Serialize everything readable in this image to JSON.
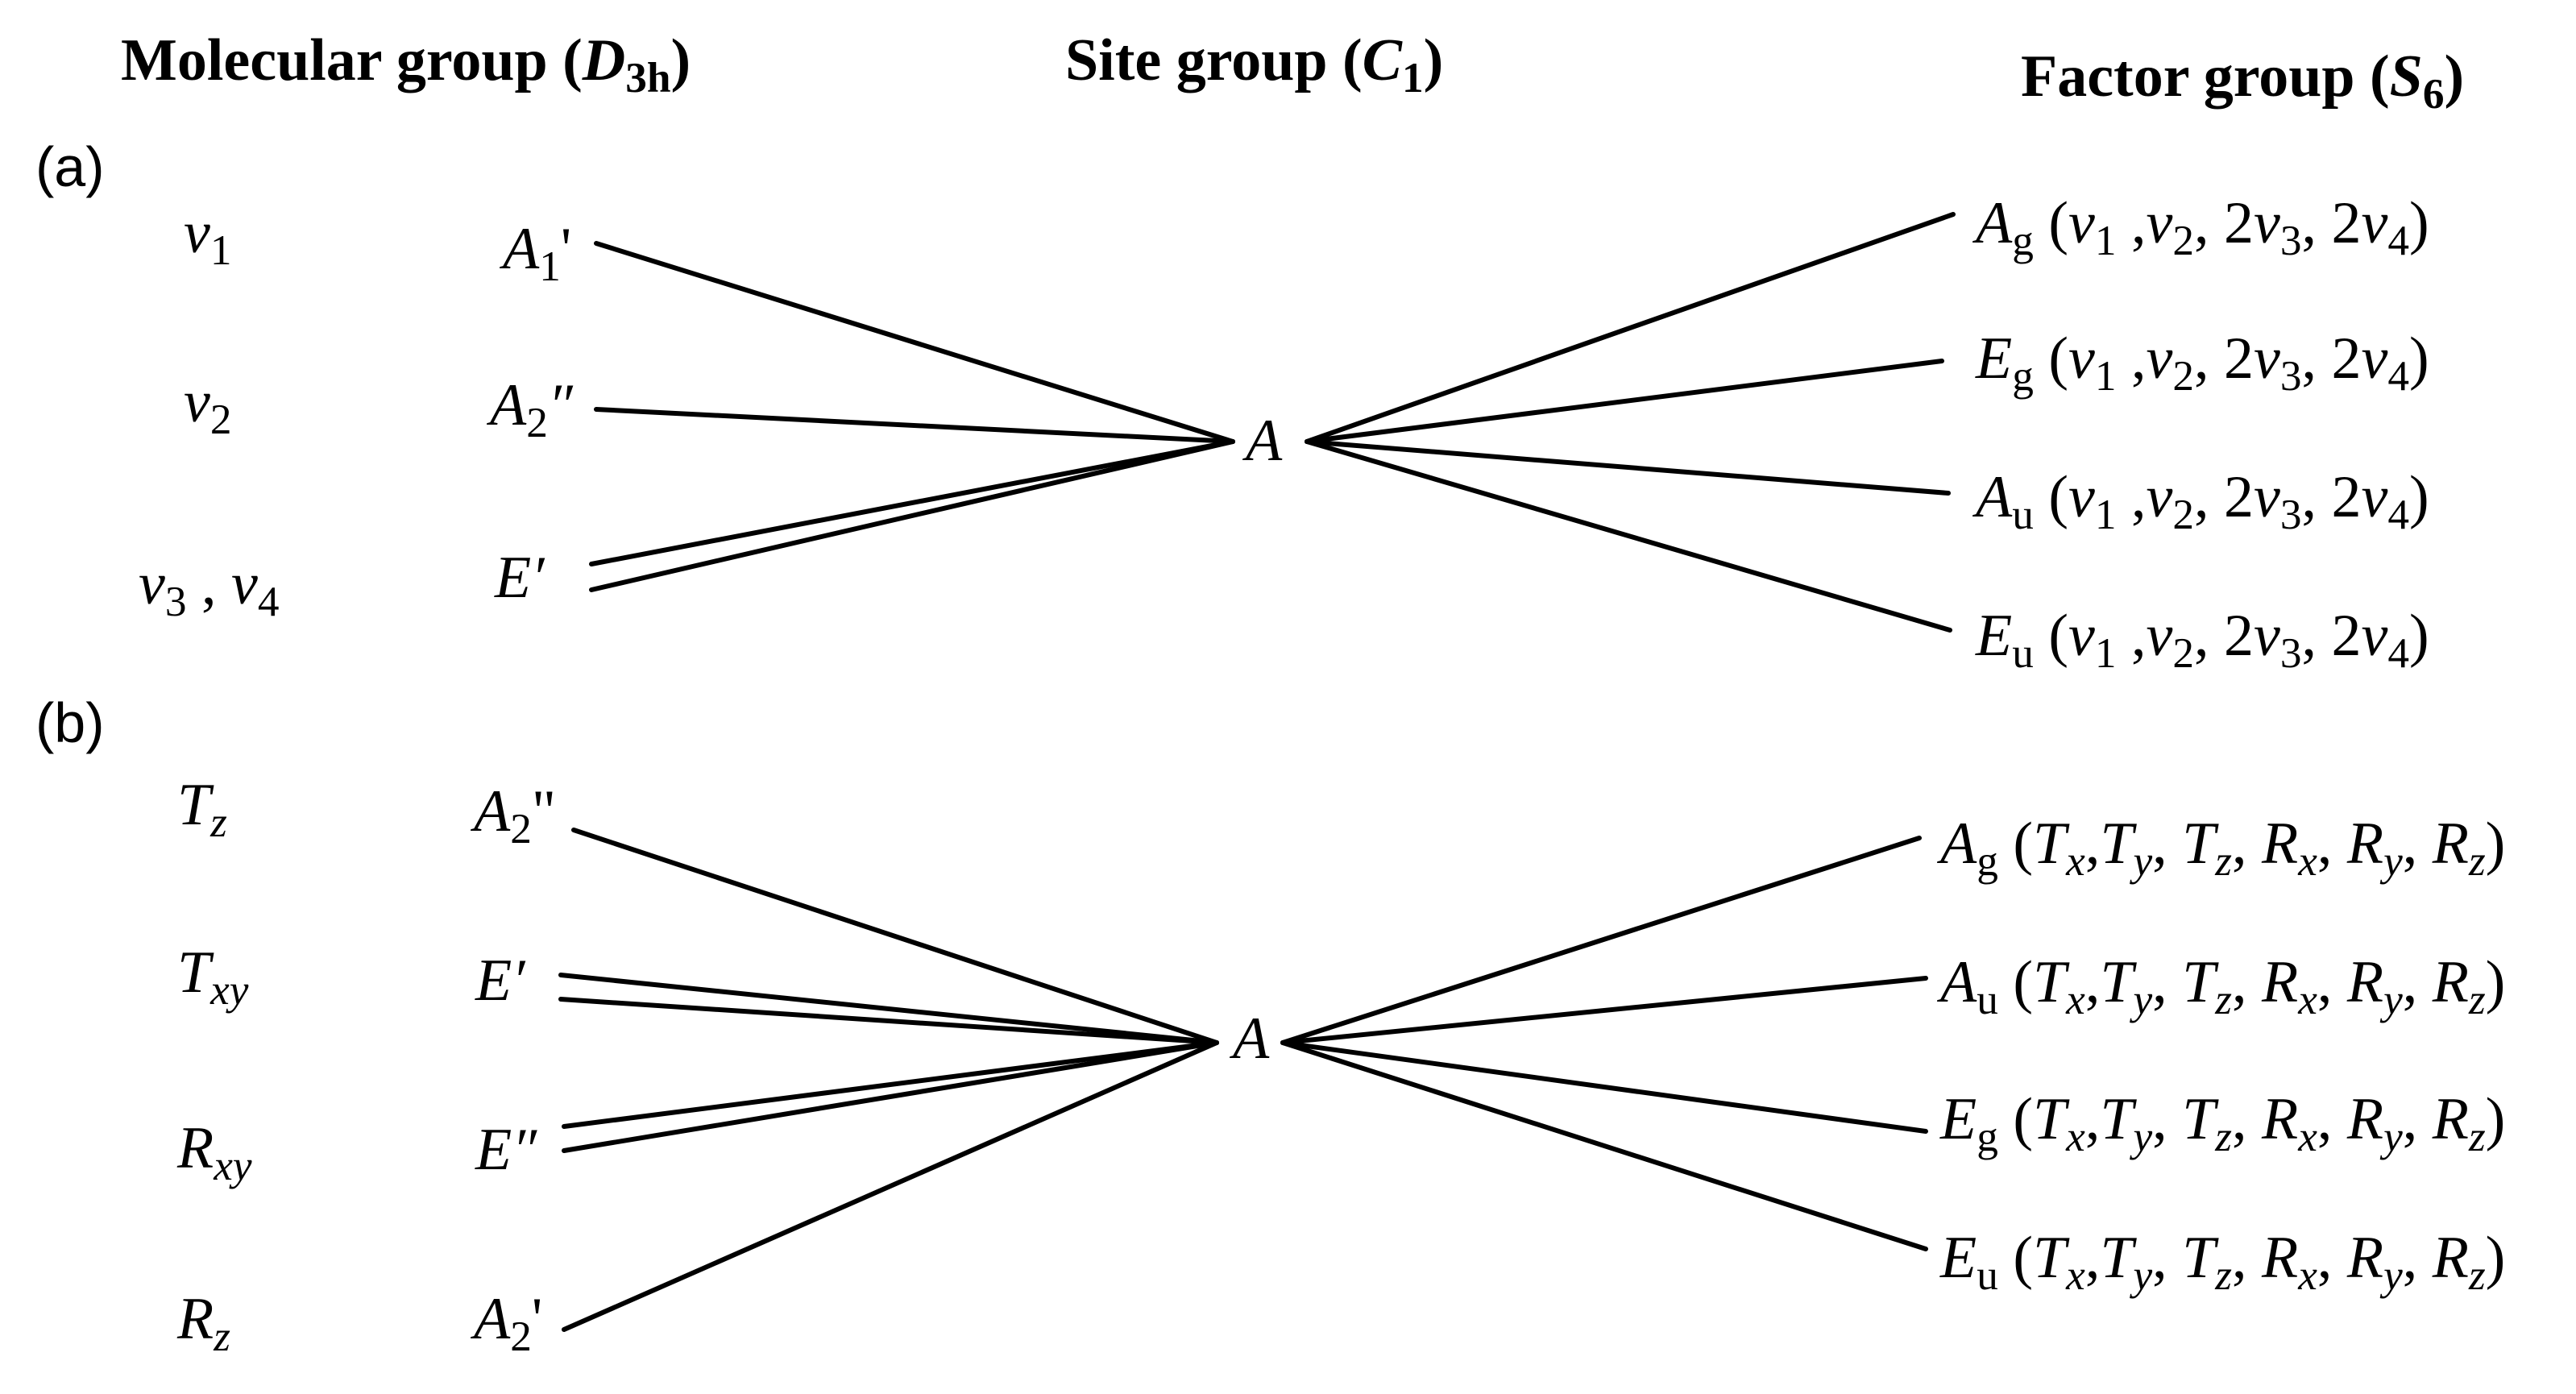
{
  "headers": {
    "molecular": {
      "text": "Molecular group (",
      "sym": "D",
      "sub": "3h",
      "close": ")"
    },
    "site": {
      "text": "Site group (",
      "sym": "C",
      "sub": "1",
      "close": ")"
    },
    "factor": {
      "text": "Factor group (",
      "sym": "S",
      "sub": "6",
      "close": ")"
    }
  },
  "panels": {
    "a": {
      "label": "(a)",
      "modes": [
        {
          "sym": "ν",
          "sub": "1"
        },
        {
          "sym": "ν",
          "sub": "2"
        },
        {
          "sym1": "ν",
          "sub1": "3",
          "sep": " , ",
          "sym2": "ν",
          "sub2": "4"
        }
      ],
      "irreps": [
        {
          "sym": "A",
          "sub": "1",
          "prime": "'"
        },
        {
          "sym": "A",
          "sub": "2",
          "prime": "″"
        },
        {
          "sym": "E",
          "sub": "",
          "prime": "′"
        }
      ],
      "site": "A",
      "factor": [
        {
          "sym": "A",
          "sub": "g",
          "content": "(ν1 ,ν2, 2ν3, 2ν4)"
        },
        {
          "sym": "E",
          "sub": "g",
          "content": "(ν1 ,ν2, 2ν3, 2ν4)"
        },
        {
          "sym": "A",
          "sub": "u",
          "content": "(ν1 ,ν2, 2ν3, 2ν4)"
        },
        {
          "sym": "E",
          "sub": "u",
          "content": "(ν1 ,ν2, 2ν3, 2ν4)"
        }
      ]
    },
    "b": {
      "label": "(b)",
      "modes": [
        {
          "sym": "T",
          "sub": "z"
        },
        {
          "sym": "T",
          "sub": "xy"
        },
        {
          "sym": "R",
          "sub": "xy"
        },
        {
          "sym": "R",
          "sub": "z"
        }
      ],
      "irreps": [
        {
          "sym": "A",
          "sub": "2",
          "prime": "\""
        },
        {
          "sym": "E",
          "sub": "",
          "prime": "′"
        },
        {
          "sym": "E",
          "sub": "",
          "prime": "″"
        },
        {
          "sym": "A",
          "sub": "2",
          "prime": "'"
        }
      ],
      "site": "A",
      "factor": [
        {
          "sym": "A",
          "sub": "g",
          "content": "(Tx,Ty, Tz, Rx, Ry, Rz)"
        },
        {
          "sym": "A",
          "sub": "u",
          "content": "(Tx,Ty, Tz, Rx, Ry, Rz)"
        },
        {
          "sym": "E",
          "sub": "g",
          "content": "(Tx,Ty, Tz, Rx, Ry, Rz)"
        },
        {
          "sym": "E",
          "sub": "u",
          "content": "(Tx,Ty, Tz, Rx, Ry, Rz)"
        }
      ]
    }
  }
}
